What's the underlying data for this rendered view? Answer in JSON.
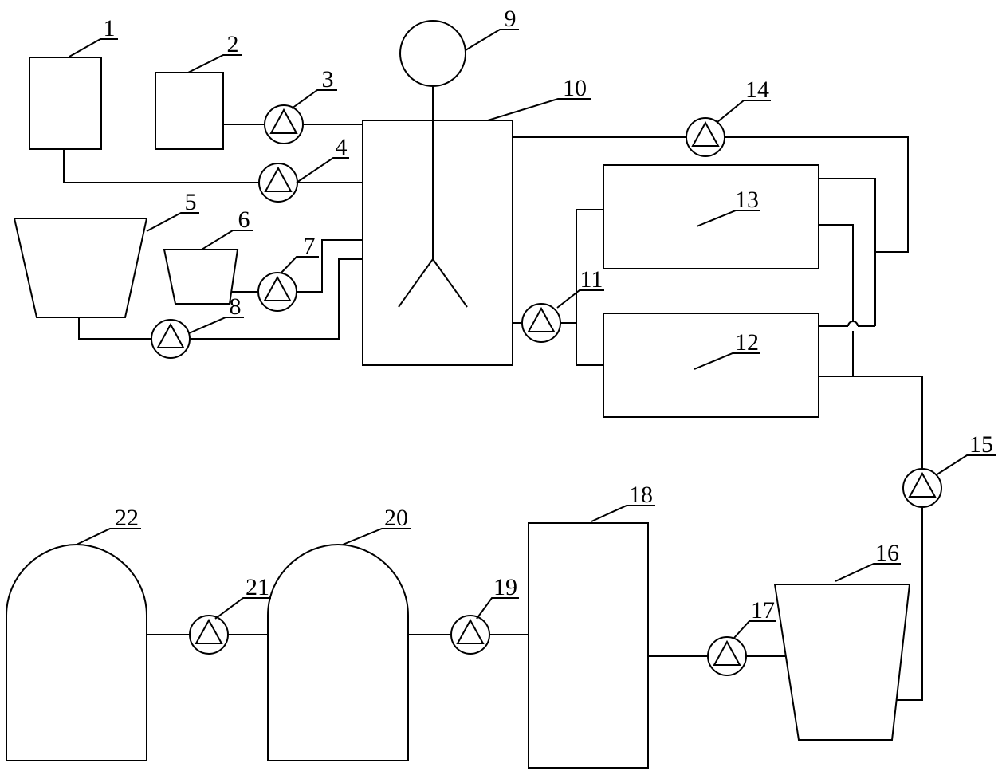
{
  "labels": {
    "c1": "1",
    "c2": "2",
    "c3": "3",
    "c4": "4",
    "c5": "5",
    "c6": "6",
    "c7": "7",
    "c8": "8",
    "c9": "9",
    "c10": "10",
    "c11": "11",
    "c12": "12",
    "c13": "13",
    "c14": "14",
    "c15": "15",
    "c16": "16",
    "c17": "17",
    "c18": "18",
    "c19": "19",
    "c20": "20",
    "c21": "21",
    "c22": "22"
  },
  "colors": {
    "line": "#000000",
    "background": "#ffffff"
  },
  "icons": {
    "pump": "pump-icon",
    "agitator": "agitator-icon"
  }
}
